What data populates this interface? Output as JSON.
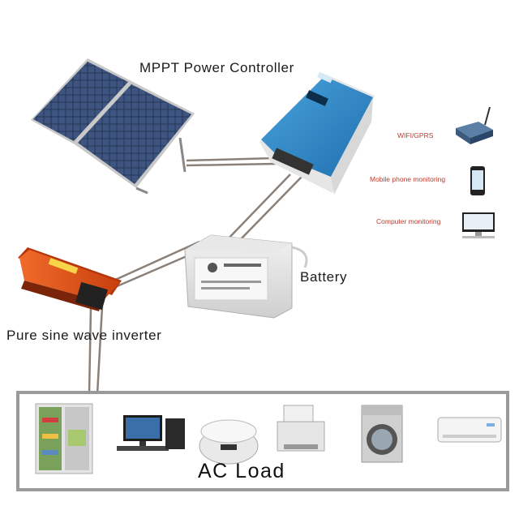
{
  "labels": {
    "controller": "MPPT Power Controller",
    "battery": "Battery",
    "inverter": "Pure sine wave inverter",
    "ac_load": "AC Load",
    "wifi": "WIFI/GPRS",
    "mobile": "Mobile phone monitoring",
    "computer": "Computer monitoring"
  },
  "colors": {
    "controller_blue": "#2f86c6",
    "inverter_orange": "#e8561c",
    "annotation_red": "#c0392b",
    "frame_gray": "#9a9a9a"
  }
}
